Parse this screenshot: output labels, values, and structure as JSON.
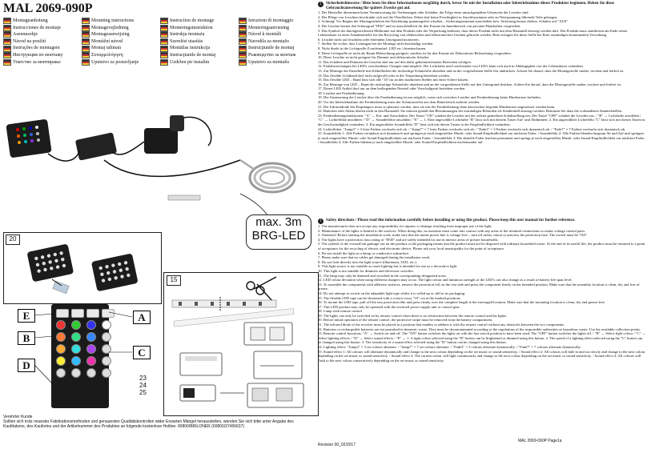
{
  "doc": {
    "title": "MAL 2069-090P",
    "page_label": "MAL 2069-090P Page1a",
    "revision": "Revision 00_02/2017"
  },
  "languages": {
    "left": [
      "Montageanleitung",
      "Instrucciones de montaje",
      "Asennusohje",
      "Návod na použití",
      "Instruções de montagem",
      "Инструкция по монтажу",
      "Упатство за монтирање"
    ],
    "mid": [
      "Mounting instructions",
      "Montagevejledning",
      "Montageaanwijzing",
      "Montážní návod",
      "Montaj talimatı",
      "Συναρμολόγηση",
      "Uputstvo za postavljanje"
    ],
    "mid2": [
      "Instruction de montage",
      "Monteringsinstruktion",
      "Instrukja montażu",
      "Szerelési utasítás",
      "Montāžas instrukcija",
      "Instrucţiunile de montaj",
      "Uzdržen pir instalim"
    ],
    "right": [
      "Istruzioni di montaggio",
      "Monteringsanvisning",
      "Návod k montáži",
      "Navodila za montažo",
      "Instrucţiunile de montaj",
      "Ръководство за монтаж",
      "Uputstvo za montažu"
    ]
  },
  "figures": {
    "callout_length": "max. 3m",
    "callout_type": "BRG-LED",
    "fig_num_a": "20",
    "fig_num_b": "15",
    "step_23": "23",
    "step_24": "24",
    "step_25": "25",
    "letters": [
      "E",
      "B",
      "D",
      "A",
      "C"
    ]
  },
  "footer_de": {
    "head": "Verehrter Kunde",
    "body": "Sollten sich trotz neuester Fabrikationsmethoden und genauesten Qualitätskontrollen wider Erwarten Mängel herausstellen, wenden Sie sich bitte unter Angabe des Kaufdatums, des Kaufortes und der Artikelnummer des Produktes an folgende kostenlose Hotline: 00800/BRILONER (00800/27456637)"
  },
  "safety_de": {
    "header": "Sicherheitshinweise / Bitte lesen Sie diese Informationen sorgfältig durch, bevor Sie mit der Installation oder Inbetriebnahme dieses Produktes beginnen. Heben Sie diese Gebrauchsanweisung für spätere Zwecke gut auf.",
    "items": [
      "1. Der Hersteller übernimmt keine Verantwortung für Verletzungen oder Schäden, die Folge eines unsachgemäßen Gebrauchs der Leuchte sind.",
      "2. Der Pflege von Leuchten beschränkt sich auf die Oberflächen. Dabei darf keine Feuchtigkeit in Anschlussräume oder an Netzspannung führende Teile gelangen.",
      "3. Achtung! Vor Beginn der Montagearbeiten die Netzleitung spannungsfrei schalten – Sicherungsautomat ausschalten bzw. Sicherung heraus drehen. Schalter auf \"AUS\".",
      "4. Die Leuchte besitzt den Schutzgrad \"IP20\" und ist ausschließlich für den Einsatz im Innenbereich von privaten Haushalten vorgesehen.",
      "5. Das Symbol der durchgestrichenen Mülltonne auf dem Produkt oder der Verpackung bedeutet, dass dieses Produkt nicht mit dem Hausmüll entsorgt werden darf. Das Produkt muss stattdessen am Ende seiner Lebensdauer zu einer Annahmestelle für das Recycling von elektrischen und elektronischen Geräten gebracht werden. Bitte erfragen Sie diese Stelle bei Ihrer zuständigen kommunalen Verwaltung.",
      "6. Leuchte nicht auf feuchtem oder leitendem Untergrund montieren.",
      "7. Stellen Sie sicher, dass Leitungen bei der Montage nicht beschädigt werden.",
      "8. Nicht direkt in die Lichtquelle (Leuchtmittel, LED etc.) hineinschauen.",
      "9. Diese Lichtquelle ist nicht als Raum-Beleuchtung geeignet, sondern ist für den Einsatz als Dekorations-Beleuchtung vorgesehen.",
      "10. Diese Leuchte ist nicht geeignet für Dimmer und elektronische Schalter.",
      "11. Das Schalten und Dimmen der Leuchte darf nur auf den dafür gekennzeichneten Bereichen erfolgen.",
      "12. Farbabweichungen bei LED's verschiedener Chargen sind möglich. Die Lichtfarbe und Leuchtstärke von LED's kann sich auch in Abhängigkeit von der Lebensdauer verändern.",
      "13. Zur Montage der Einzelteile mit Klebeflächen die rückseitige Schutzfolie abziehen und an der vorgesehenen Stelle fest andrücken. Achten Sie darauf, dass die Montagestelle sauber, trocken und fettfrei ist.",
      "14. Das flexible Lichtband darf nicht aufgerollt oder in der Verpackung betrieben werden.",
      "15. Das flexible LED – Band lässt sich alle \"10\"cm an den markierten Stellen mit einer Schere kürzen.",
      "16. Zur Montage von LED – Band die rückseitige Schutzfolie abziehen und an der vorgesehenen Stelle auf den Untergrund drücken. Achten Sie darauf, dass die Montagestelle sauber, trocken und fettfrei ist.",
      "17. Dieser LED Artikel darf nur an dem beiliegenden Netzteil oder Vorschaltgerät betrieben werden.",
      "18. Leuchte mit Fernbedienung",
      "19. Die Ansteuerung der Leuchte über die Fernbedienung ist nur möglich, wenn sich zwischen Leuchte und Fernbedienung keine Hindernisse befinden.",
      "20. Vor der Inbetriebnahme der Fernbedienung muss der Schutzstreifen aus dem Batteriefach entfernt werden.",
      "21. Der Infrarotdiode des Empfängers muss so platziert werden, dass sie mit der Fernbedienung ohne dazwischen liegende Hindernisse angesteuert werden kann.",
      "22. Batterien oder Akkus dürfen nicht in den Hausmüll. Sie müssen gemäß den Bestimmungen der zuständigen Behörden als Sondermüll entsorgt werden. Benutzen Sie dazu die vorhandenen Sammelstellen.",
      "23. Fernbedienungsfunktionen: \"A\" → Ein- und Ausschalten. Der Taster \"ON\" schaltet die Leuchte mit der zuletzt gemerkten Schaltstellung ein. Der Taster \"OFF\" schaltet die Leuchte aus. / \"B\" → Lichtfarbe anwählen / \"C\" → Lichteffekte anwählen / \"D\" → Soundeffekte anwählen / \"E\" → 1. Eine angewählte Lichtfarbe \"B\" lässt sich mit diesem Taster Auf- und Abdimmen. 2. Ein angewählter Lichteffekt \"C\" lässt sich mit diesen Tasten in der Geschwindigkeit verändern. 3. Ein angewählter Soundeffekt \"D\" lässt sich mit diesen Tasten in der Empfindlichkeit verändern.",
      "24. Lichteffekte: \"Jump3\" = 3 feste Farben wechseln sich ab. / \"Jump7\" = 7 feste Farben wechseln sich ab. / \"Fade3\" = 3 Farben wechseln sich dynamisch ab. / \"Fade7\" = 7 Farben wechseln sich dynamisch ab.",
      "25. Soundeffekt 1: Alle Farben verändern sich dynamisch und springen je nach eingestellter Musik- oder Sound-Empfindlichkeit zur nächsten Farbe. / Soundeffekt 2: Alle Farben blenden langsam Ab und Auf und springen je nach eingestellter Musik- oder Sound-Empfindlichkeit zur nächsten Farbe. / Soundeffekt 3: Die aktuelle Farbe leuchtet permanent und springt je nach eingestellter Musik- oder Sound-Empfindlichkeit zur nächsten Farbe. / Soundeffekt 4: Alle Farben blinken je nach eingestellter Musik- oder Sound-Empfindlichkeit nacheinander auf."
    ]
  },
  "safety_en": {
    "header": "Safety directions / Please read this information carefully before installing or using this product. Please keep this user manual for further reference.",
    "items": [
      "1. The manufacturer does not accept any responsibility for injuries or damage resulting from improper use of the light.",
      "2. Maintenance of the lights is limited to the surfaces. When doing this, no moisture must come into contact with any areas of the terminal connections or mains voltage control parts.",
      "3. Attention! Before starting the installation work, make sure that the mains power line is voltage-free – turn off safety cutout or unscrew the protection fuse. The switch must be \"Off\".",
      "4. The lights have a protection class rating of \"IP20\" and are solely intended for use in interior areas of private households.",
      "5. The symbol of the crossed-out garbage can on the product or the packaging means that the product must not be disposed with ordinary household waste. At the end of its useful life, the product must be returned to a point of acceptance for the recycling of electric and electronic device. Please ask your local municipality for the point of acceptance.",
      "6. Do not install the light on a damp or conductive subsurface.",
      "7. Please make sure that no cables get damaged during the installation work.",
      "8. Do not look directly into the light source (illuminant, LED, etc.).",
      "9. This light source is not suitable as room lighting but is intended for use as a decorative light.",
      "10. This light is not suitable for dimmers and electronic switches.",
      "11. The lamp may only be dimmed and switched in the corresponding designated areas.",
      "12. LED colour deviation when using different chargers may occur. The light colour and luminous strength of the LED's can also change as a result of battery life span level.",
      "13. To assemble the components with adhesive surfaces, remove the protection foil on the rear side and press the component firmly on the intended position. Make sure that the assembly location is clean, dry and free of grease.",
      "14. Do not attempt to switch on the adaptable light tape whilst it is rolled up or still in its packaging.",
      "15. The flexible LED tape can be shortened with a scissor every \"10\" cm at the marked positions.",
      "16. To mount the LED tape, pull off the rear protection film and press firmly over the complete length at the envisaged location. Make sure that the mounting location is clean, dry and grease-free.",
      "17. This LED product may only be operated with the enclosed power supply unit or control gear.",
      "18. Lamp with remote control",
      "19. The lights can only be switched on by remote control when there is no obstruction between the remote control and the lights.",
      "20. Before initial operation of the remote control, the protective stripe must be removed from the battery compartment.",
      "21. The infrared diode of the receiver must be placed in a position that enables to address it with the remote control without any obstacles between the two components.",
      "22. Batteries or rechargeable batteries are not permitted in domestic waste. They must be decontaminated according to the regulations of the responsible authorities as hazardous waste. Use the available collection points.",
      "23. Remote control functions: \"A\" → Switch on and off. The \"ON\" button switches the lights on with the last switch position to have been used. The \"OFF\" button switches the lights off. / \"B\" → Select light colour / \"C\" → Select lighting effects / \"D\" → Select sound effects / \"E\" → 1. A light colour selected using the \"B\" button can be brightened or dimmed using this button. 2. The speed of a lighting effect selected using the \"C\" button can be changed using this button. 3. The sensitivity of a sound effect selected using the \"D\" button can be changed using this button.",
      "24. Lighting effect: \"Jump3\" = 3 set colours alternate. / \"Jump7\" = 7 set colours alternate. / \"Fade3\" = 3 colours alternate dynamically. / \"Fade7\" = 7 colours alternate dynamically.",
      "25. Sound effect 1: All colours will alternate dynamically and change to the next colour depending on the set music or sound sensitivity. / Sound effect 2: All colours will fade in and out slowly and change to the next colour depending on the set music or sound sensitivity. / Sound effect 3: The current colour will light continuously and change to the next colour depending on the set music or sound sensitivity. / Sound effect 4: All colours will flash to the next colour consecutively depending on the set music or sound sensitivity."
    ]
  }
}
